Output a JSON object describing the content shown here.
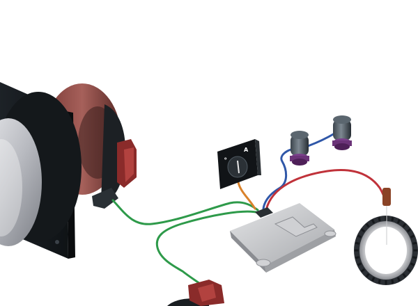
{
  "diagram": {
    "components": [
      {
        "id": "headlamp",
        "icon": "headlamp-projector-icon"
      },
      {
        "id": "level-sensor-front",
        "icon": "sensor-icon"
      },
      {
        "id": "level-sensor-rear",
        "icon": "sensor-icon"
      },
      {
        "id": "control-switch",
        "icon": "rotary-switch-icon",
        "symbols": [
          "⁰",
          "A"
        ]
      },
      {
        "id": "control-unit",
        "icon": "ecu-box-icon"
      },
      {
        "id": "wheel-speed-sensor",
        "icon": "sensor-ring-icon"
      }
    ],
    "wire_colors": {
      "green": "#2e9a4a",
      "blue": "#2f57a8",
      "red": "#c0323a",
      "orange": "#d9822b"
    }
  }
}
